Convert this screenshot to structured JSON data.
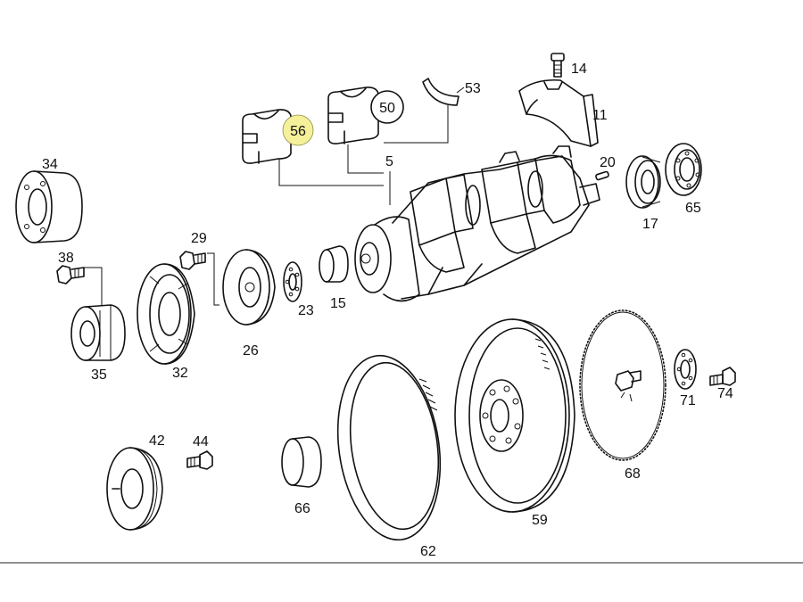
{
  "colors": {
    "highlight": "#f5f19a",
    "line": "#111111",
    "background": "#ffffff"
  },
  "callouts": {
    "p5": "5",
    "p11": "11",
    "p14": "14",
    "p15": "15",
    "p17": "17",
    "p20": "20",
    "p23": "23",
    "p26": "26",
    "p29": "29",
    "p32": "32",
    "p34": "34",
    "p35": "35",
    "p38": "38",
    "p42": "42",
    "p44": "44",
    "p50": "50",
    "p53": "53",
    "p56": "56",
    "p59": "59",
    "p62": "62",
    "p65": "65",
    "p66": "66",
    "p68": "68",
    "p71": "71",
    "p74": "74"
  },
  "selected_part": "56"
}
